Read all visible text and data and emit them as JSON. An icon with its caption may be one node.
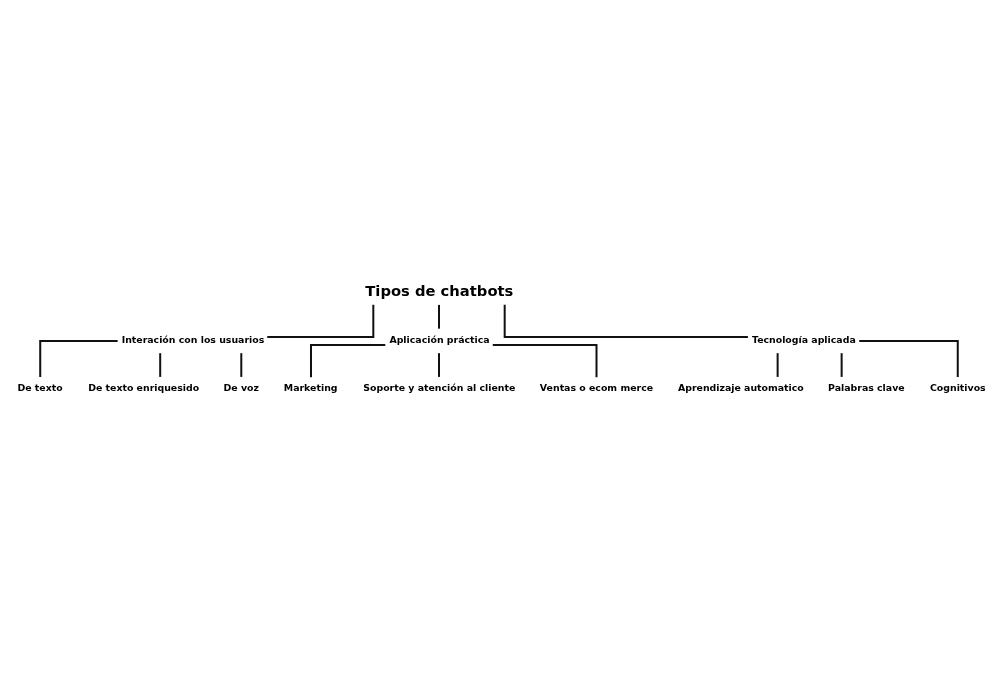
{
  "diagram": {
    "nodes": [
      {
        "text": [
          "Tipos de chatbots"
        ]
      },
      {
        "text": [
          "Interación con los usuarios"
        ]
      },
      {
        "text": [
          "Aplicación práctica"
        ]
      },
      {
        "text": [
          "Tecnología aplicada"
        ]
      },
      {
        "text": [
          "De texto"
        ]
      },
      {
        "text": [
          "De texto enriquesido"
        ]
      },
      {
        "text": [
          "De voz"
        ]
      },
      {
        "text": [
          "Marketing"
        ]
      },
      {
        "text": [
          "Soporte y atención al cliente"
        ]
      },
      {
        "text": [
          "Ventas o ecom merce"
        ]
      },
      {
        "text": [
          "Aprendizaje automatico"
        ]
      },
      {
        "text": [
          "Palabras clave"
        ]
      },
      {
        "text": [
          "Cognitivos"
        ]
      }
    ],
    "edges": [
      {
        "from": 0,
        "to": 1,
        "arrow": "none"
      },
      {
        "from": 0,
        "to": 2,
        "arrow": "none"
      },
      {
        "from": 0,
        "to": 3,
        "arrow": "none"
      },
      {
        "from": 1,
        "to": 4,
        "arrow": "none"
      },
      {
        "from": 1,
        "to": 5,
        "arrow": "none"
      },
      {
        "from": 1,
        "to": 6,
        "arrow": "none"
      },
      {
        "from": 2,
        "to": 7,
        "arrow": "none"
      },
      {
        "from": 2,
        "to": 8,
        "arrow": "none"
      },
      {
        "from": 2,
        "to": 9,
        "arrow": "none"
      },
      {
        "from": 3,
        "to": 10,
        "arrow": "none"
      },
      {
        "from": 3,
        "to": 11,
        "arrow": "none"
      },
      {
        "from": 3,
        "to": 12,
        "arrow": "none"
      }
    ]
  }
}
